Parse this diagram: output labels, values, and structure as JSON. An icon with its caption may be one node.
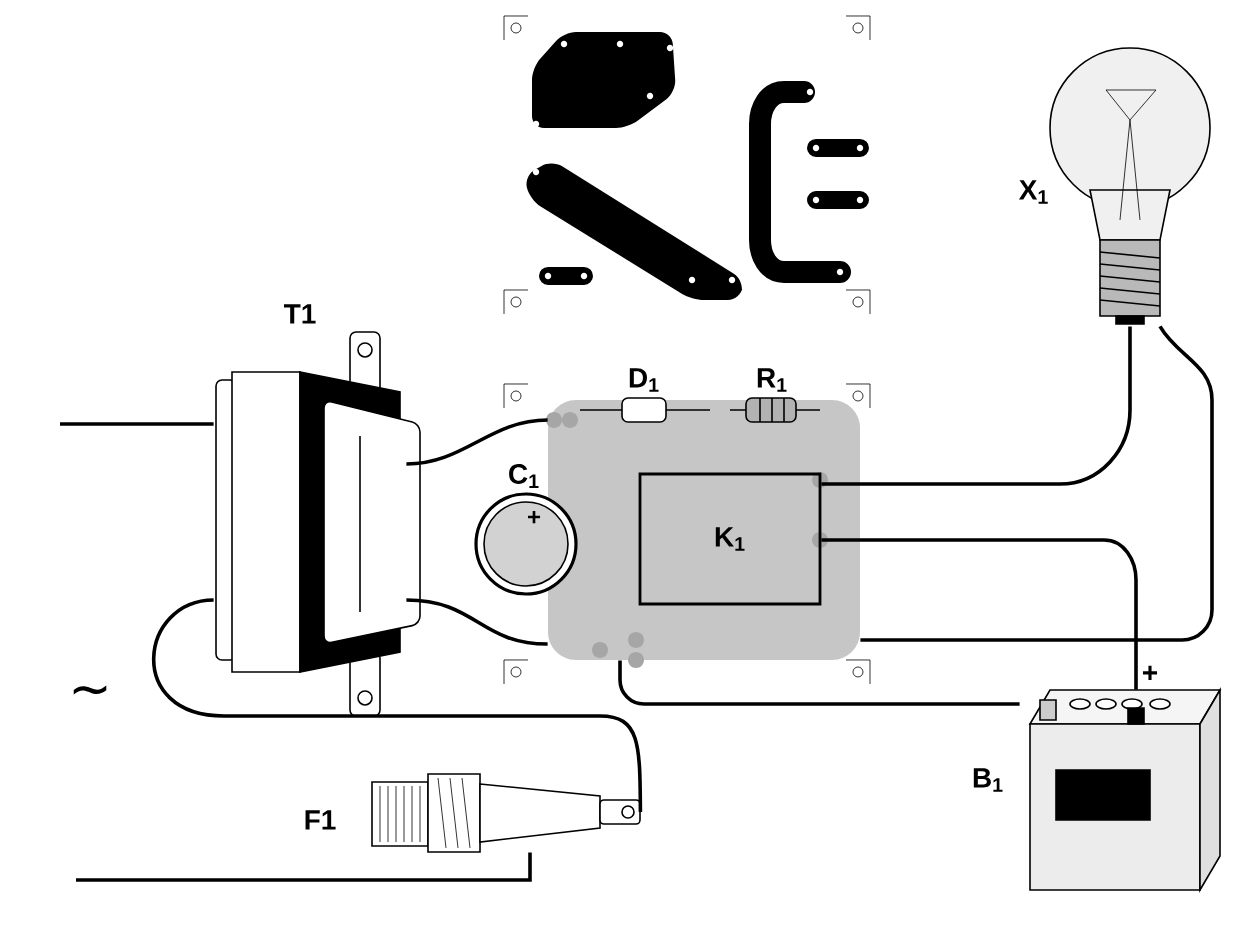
{
  "diagram": {
    "nodes": [
      {
        "text": [],
        "shape": "picture",
        "beside": [
          "T1"
        ]
      },
      {
        "text": [],
        "shape": "picture",
        "beside": [
          "D$_{1}$"
        ],
        "in": 8
      },
      {
        "text": [],
        "shape": "picture",
        "beside": [
          "R$_{1}$"
        ],
        "in": 8
      },
      {
        "text": [],
        "shape": "circle",
        "beside": [
          "C$_{1}$"
        ]
      },
      {
        "text": [
          "K$_{1}$"
        ],
        "in": 8
      },
      {
        "text": [],
        "shape": "picture",
        "beside": [
          "X$_{1}$"
        ]
      },
      {
        "text": [],
        "shape": "picture",
        "beside": [
          "+",
          "B$_{1}$"
        ]
      },
      {
        "text": [],
        "shape": "picture",
        "beside": [
          "F1"
        ]
      },
      {
        "text": [],
        "shape": "box"
      }
    ],
    "edges": [
      {
        "from": null,
        "to": 0,
        "arrow": "none"
      },
      {
        "from": 0,
        "to": 8,
        "arrow": "none"
      },
      {
        "from": 0,
        "to": 8,
        "arrow": "none"
      },
      {
        "from": 0,
        "to": 7,
        "arrow": "none"
      },
      {
        "from": 7,
        "to": null,
        "arrow": "none"
      },
      {
        "from": 5,
        "to": 4,
        "arrow": "none"
      },
      {
        "from": 4,
        "to": 6,
        "arrow": "none"
      },
      {
        "from": 5,
        "to": 8,
        "arrow": "none"
      },
      {
        "from": 6,
        "to": 8,
        "arrow": "none"
      }
    ],
    "labels": [
      "+",
      "∼"
    ]
  }
}
